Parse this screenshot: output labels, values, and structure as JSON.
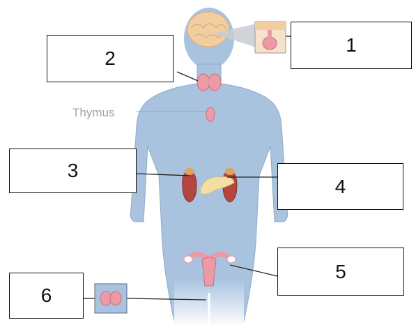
{
  "labels": [
    {
      "id": "1",
      "text": "1"
    },
    {
      "id": "2",
      "text": "2"
    },
    {
      "id": "3",
      "text": "3"
    },
    {
      "id": "4",
      "text": "4"
    },
    {
      "id": "5",
      "text": "5"
    },
    {
      "id": "6",
      "text": "6"
    }
  ],
  "annotations": {
    "thymus": "Thymus"
  },
  "colors": {
    "body": "#a9c3df",
    "body_edge": "#8eaacb",
    "gland_red": "#c0504d",
    "gland_pink": "#ec9aa6",
    "pancreas": "#f3dfa6",
    "brain": "#f2cda0"
  }
}
